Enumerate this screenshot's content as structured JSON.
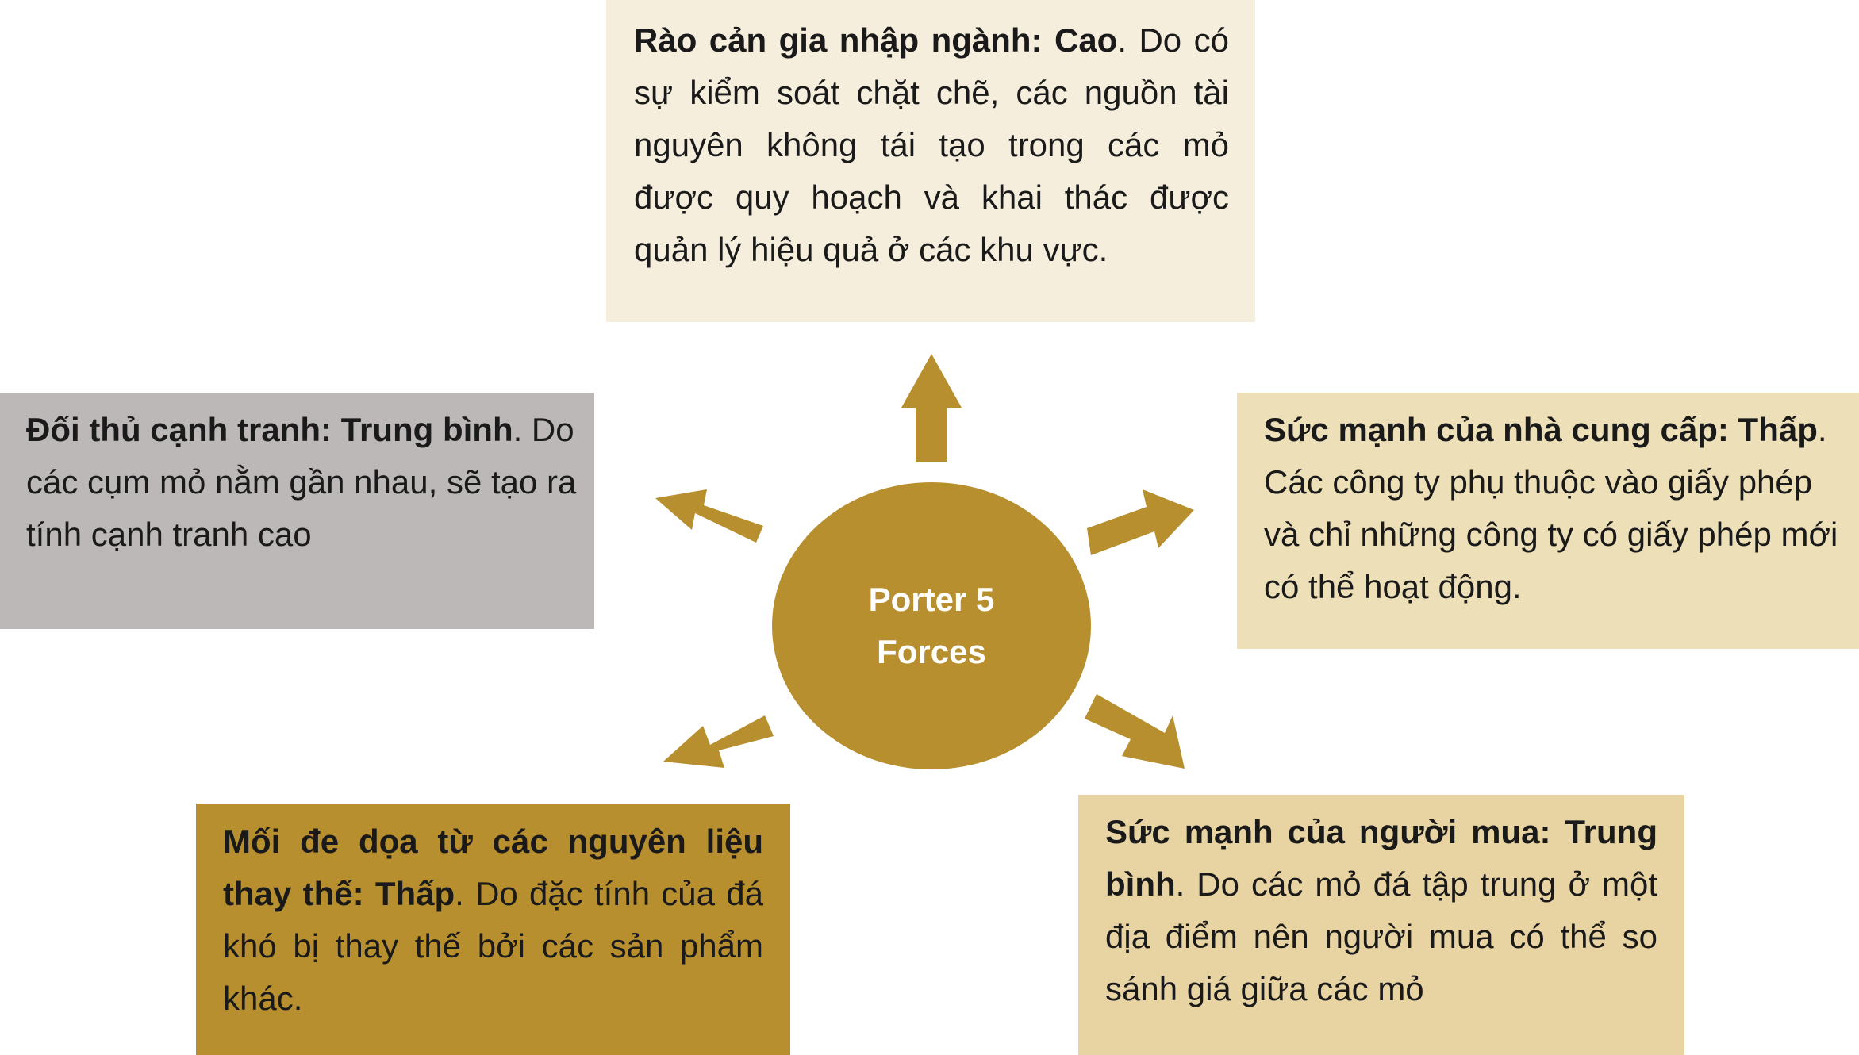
{
  "colors": {
    "top_box": "#f5eedd",
    "left_box": "#bdb8b8",
    "right_box": "#eddfb7",
    "bottom_left_box": "#b88f2e",
    "bottom_right_box": "#e8d3a3",
    "hub": "#b88f2e",
    "arrow": "#b88f2e"
  },
  "hub": {
    "line1": "Porter 5",
    "line2": "Forces"
  },
  "forces": {
    "barriers": {
      "heading": "Rào cản gia nhập ngành: Cao",
      "text": ". Do có sự kiểm soát chặt chẽ, các nguồn tài nguyên không tái tạo trong các mỏ được quy hoạch và khai thác được quản lý hiệu quả ở các khu vực."
    },
    "rivalry": {
      "heading": "Đối thủ cạnh tranh: Trung bình",
      "text": ". Do các cụm mỏ nằm gần nhau, sẽ tạo ra tính cạnh tranh cao"
    },
    "suppliers": {
      "heading": "Sức mạnh của nhà cung cấp: Thấp",
      "text": ". Các công ty phụ thuộc vào giấy phép và chỉ những công ty có giấy phép mới có thể hoạt động."
    },
    "substitutes": {
      "heading": "Mối đe dọa từ các nguyên liệu thay thế: Thấp",
      "text": ". Do đặc tính của đá khó bị thay thế bởi các sản phẩm khác."
    },
    "buyers": {
      "heading": "Sức mạnh của người mua: Trung bình",
      "text": ". Do các mỏ đá tập trung ở một địa điểm nên người mua có thể so sánh giá giữa các mỏ"
    }
  }
}
